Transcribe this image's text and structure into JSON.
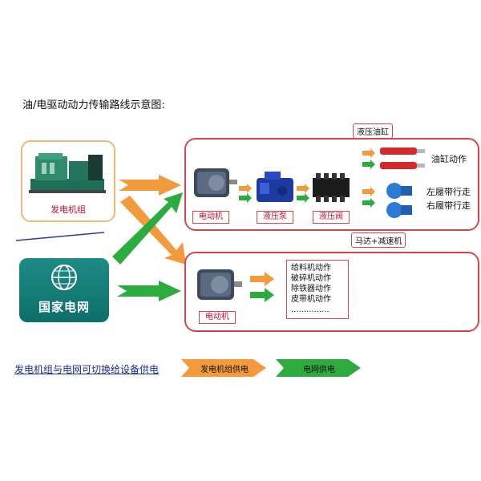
{
  "title": "油/电驱动动力传输路线示意图:",
  "generator": {
    "label": "发电机组"
  },
  "grid": {
    "label": "国家电网"
  },
  "panel_top": {
    "motor_label": "电动机",
    "pump_label": "液压泵",
    "valve_label": "液压阀",
    "cylinder_tag": "液压油缸",
    "cylinder_action": "油缸动作",
    "motor_tag": "马达+减速机",
    "track_left": "左履带行走",
    "track_right": "右履带行走"
  },
  "panel_bottom": {
    "motor_label": "电动机",
    "actions": [
      "给料机动作",
      "破碎机动作",
      "除铁器动作",
      "皮带机动作",
      "..............."
    ]
  },
  "legend": {
    "text": "发电机组与电网可切换给设备供电",
    "orange_label": "发电机组供电",
    "green_label": "电网供电"
  },
  "colors": {
    "orange": "#f39a3c",
    "green": "#2eab3f",
    "red_border": "#d9454b",
    "grid_teal": "#137a75",
    "blue_link": "#1a2e9a"
  }
}
